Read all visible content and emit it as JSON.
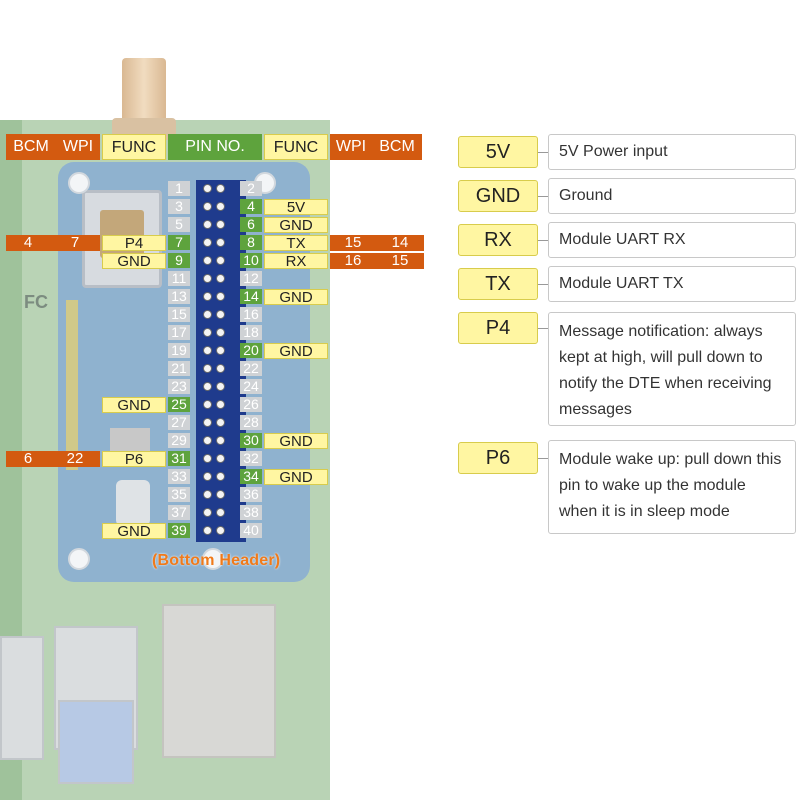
{
  "header_row": {
    "bcm_left": "BCM",
    "wpi_left": "WPI",
    "func_left": "FUNC",
    "pin_no": "PIN NO.",
    "func_right": "FUNC",
    "wpi_right": "WPI",
    "bcm_right": "BCM"
  },
  "pins": [
    "1",
    "2",
    "3",
    "4",
    "5",
    "6",
    "7",
    "8",
    "9",
    "10",
    "11",
    "12",
    "13",
    "14",
    "15",
    "16",
    "17",
    "18",
    "19",
    "20",
    "21",
    "22",
    "23",
    "24",
    "25",
    "26",
    "27",
    "28",
    "29",
    "30",
    "31",
    "32",
    "33",
    "34",
    "35",
    "36",
    "37",
    "38",
    "39",
    "40"
  ],
  "highlighted_pins": [
    "4",
    "6",
    "7",
    "8",
    "9",
    "10",
    "14",
    "20",
    "25",
    "30",
    "31",
    "34",
    "39"
  ],
  "labels": {
    "p4_left": "P4",
    "p4_wpi": "7",
    "p4_bcm": "4",
    "gnd_9": "GND",
    "v5_4": "5V",
    "gnd_6": "GND",
    "tx_8": "TX",
    "tx_wpi": "15",
    "tx_bcm": "14",
    "rx_10": "RX",
    "rx_wpi": "16",
    "rx_bcm": "15",
    "gnd_14": "GND",
    "gnd_20": "GND",
    "gnd_25": "GND",
    "gnd_30": "GND",
    "p6_left": "P6",
    "p6_wpi": "22",
    "p6_bcm": "6",
    "gnd_34": "GND",
    "gnd_39": "GND"
  },
  "bottom_header": "(Bottom Header)",
  "board_text": {
    "fc": "FC"
  },
  "legend": [
    {
      "key": "5V",
      "desc": "5V Power input"
    },
    {
      "key": "GND",
      "desc": "Ground"
    },
    {
      "key": "RX",
      "desc": "Module UART RX"
    },
    {
      "key": "TX",
      "desc": "Module UART TX"
    },
    {
      "key": "P4",
      "desc": "Message notification: always kept at high, will pull down to notify the DTE when receiving messages"
    },
    {
      "key": "P6",
      "desc": "Module wake up: pull down this pin to wake up the module when it is in sleep mode"
    }
  ],
  "colors": {
    "orange": "#d35a10",
    "yellow": "#fff6a2",
    "green": "#5ea33d",
    "header_blue": "#1f3b8d"
  }
}
